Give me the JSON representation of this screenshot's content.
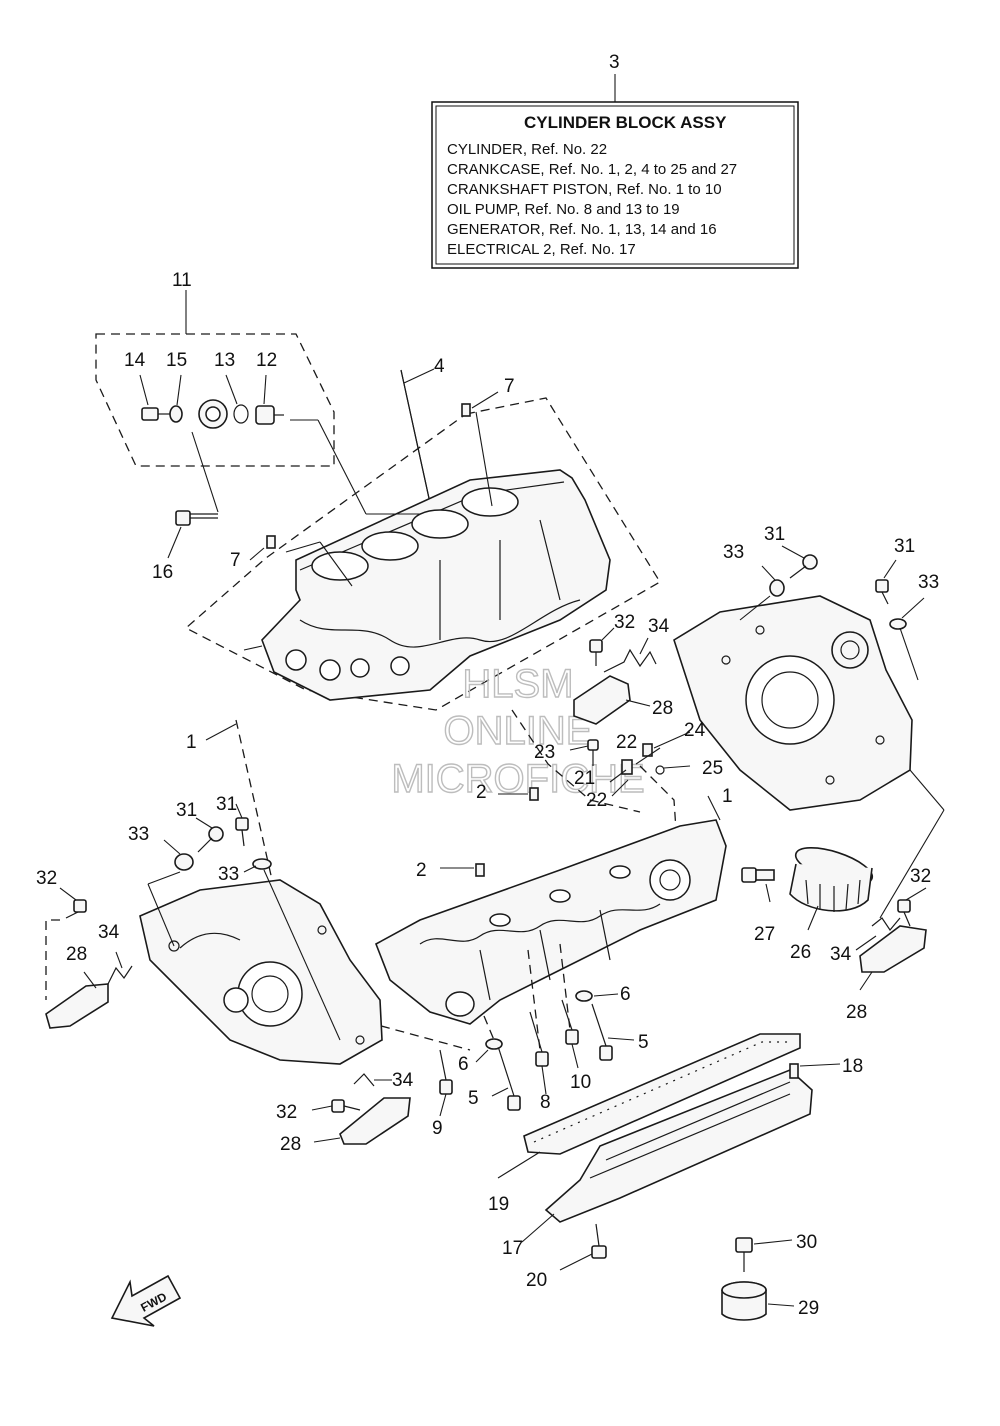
{
  "legend": {
    "ref": "3",
    "title": "CYLINDER BLOCK ASSY",
    "lines": [
      "CYLINDER, Ref. No. 22",
      "CRANKCASE, Ref. No. 1, 2, 4 to 25 and 27",
      "CRANKSHAFT PISTON, Ref. No. 1 to 10",
      "OIL PUMP, Ref. No. 8 and 13 to 19",
      "GENERATOR, Ref. No. 1, 13, 14 and 16",
      "ELECTRICAL 2, Ref. No. 17"
    ]
  },
  "watermark": [
    "HLSM",
    "ONLINE",
    "MICROFICHE"
  ],
  "fwd_label": "FWD",
  "callouts": [
    "1",
    "1",
    "2",
    "2",
    "4",
    "5",
    "5",
    "6",
    "6",
    "7",
    "7",
    "8",
    "9",
    "10",
    "11",
    "12",
    "13",
    "14",
    "15",
    "16",
    "17",
    "18",
    "19",
    "20",
    "21",
    "22",
    "22",
    "23",
    "24",
    "25",
    "26",
    "27",
    "28",
    "28",
    "28",
    "28",
    "29",
    "30",
    "31",
    "31",
    "31",
    "31",
    "32",
    "32",
    "32",
    "32",
    "33",
    "33",
    "33",
    "33",
    "34",
    "34",
    "34",
    "34"
  ]
}
